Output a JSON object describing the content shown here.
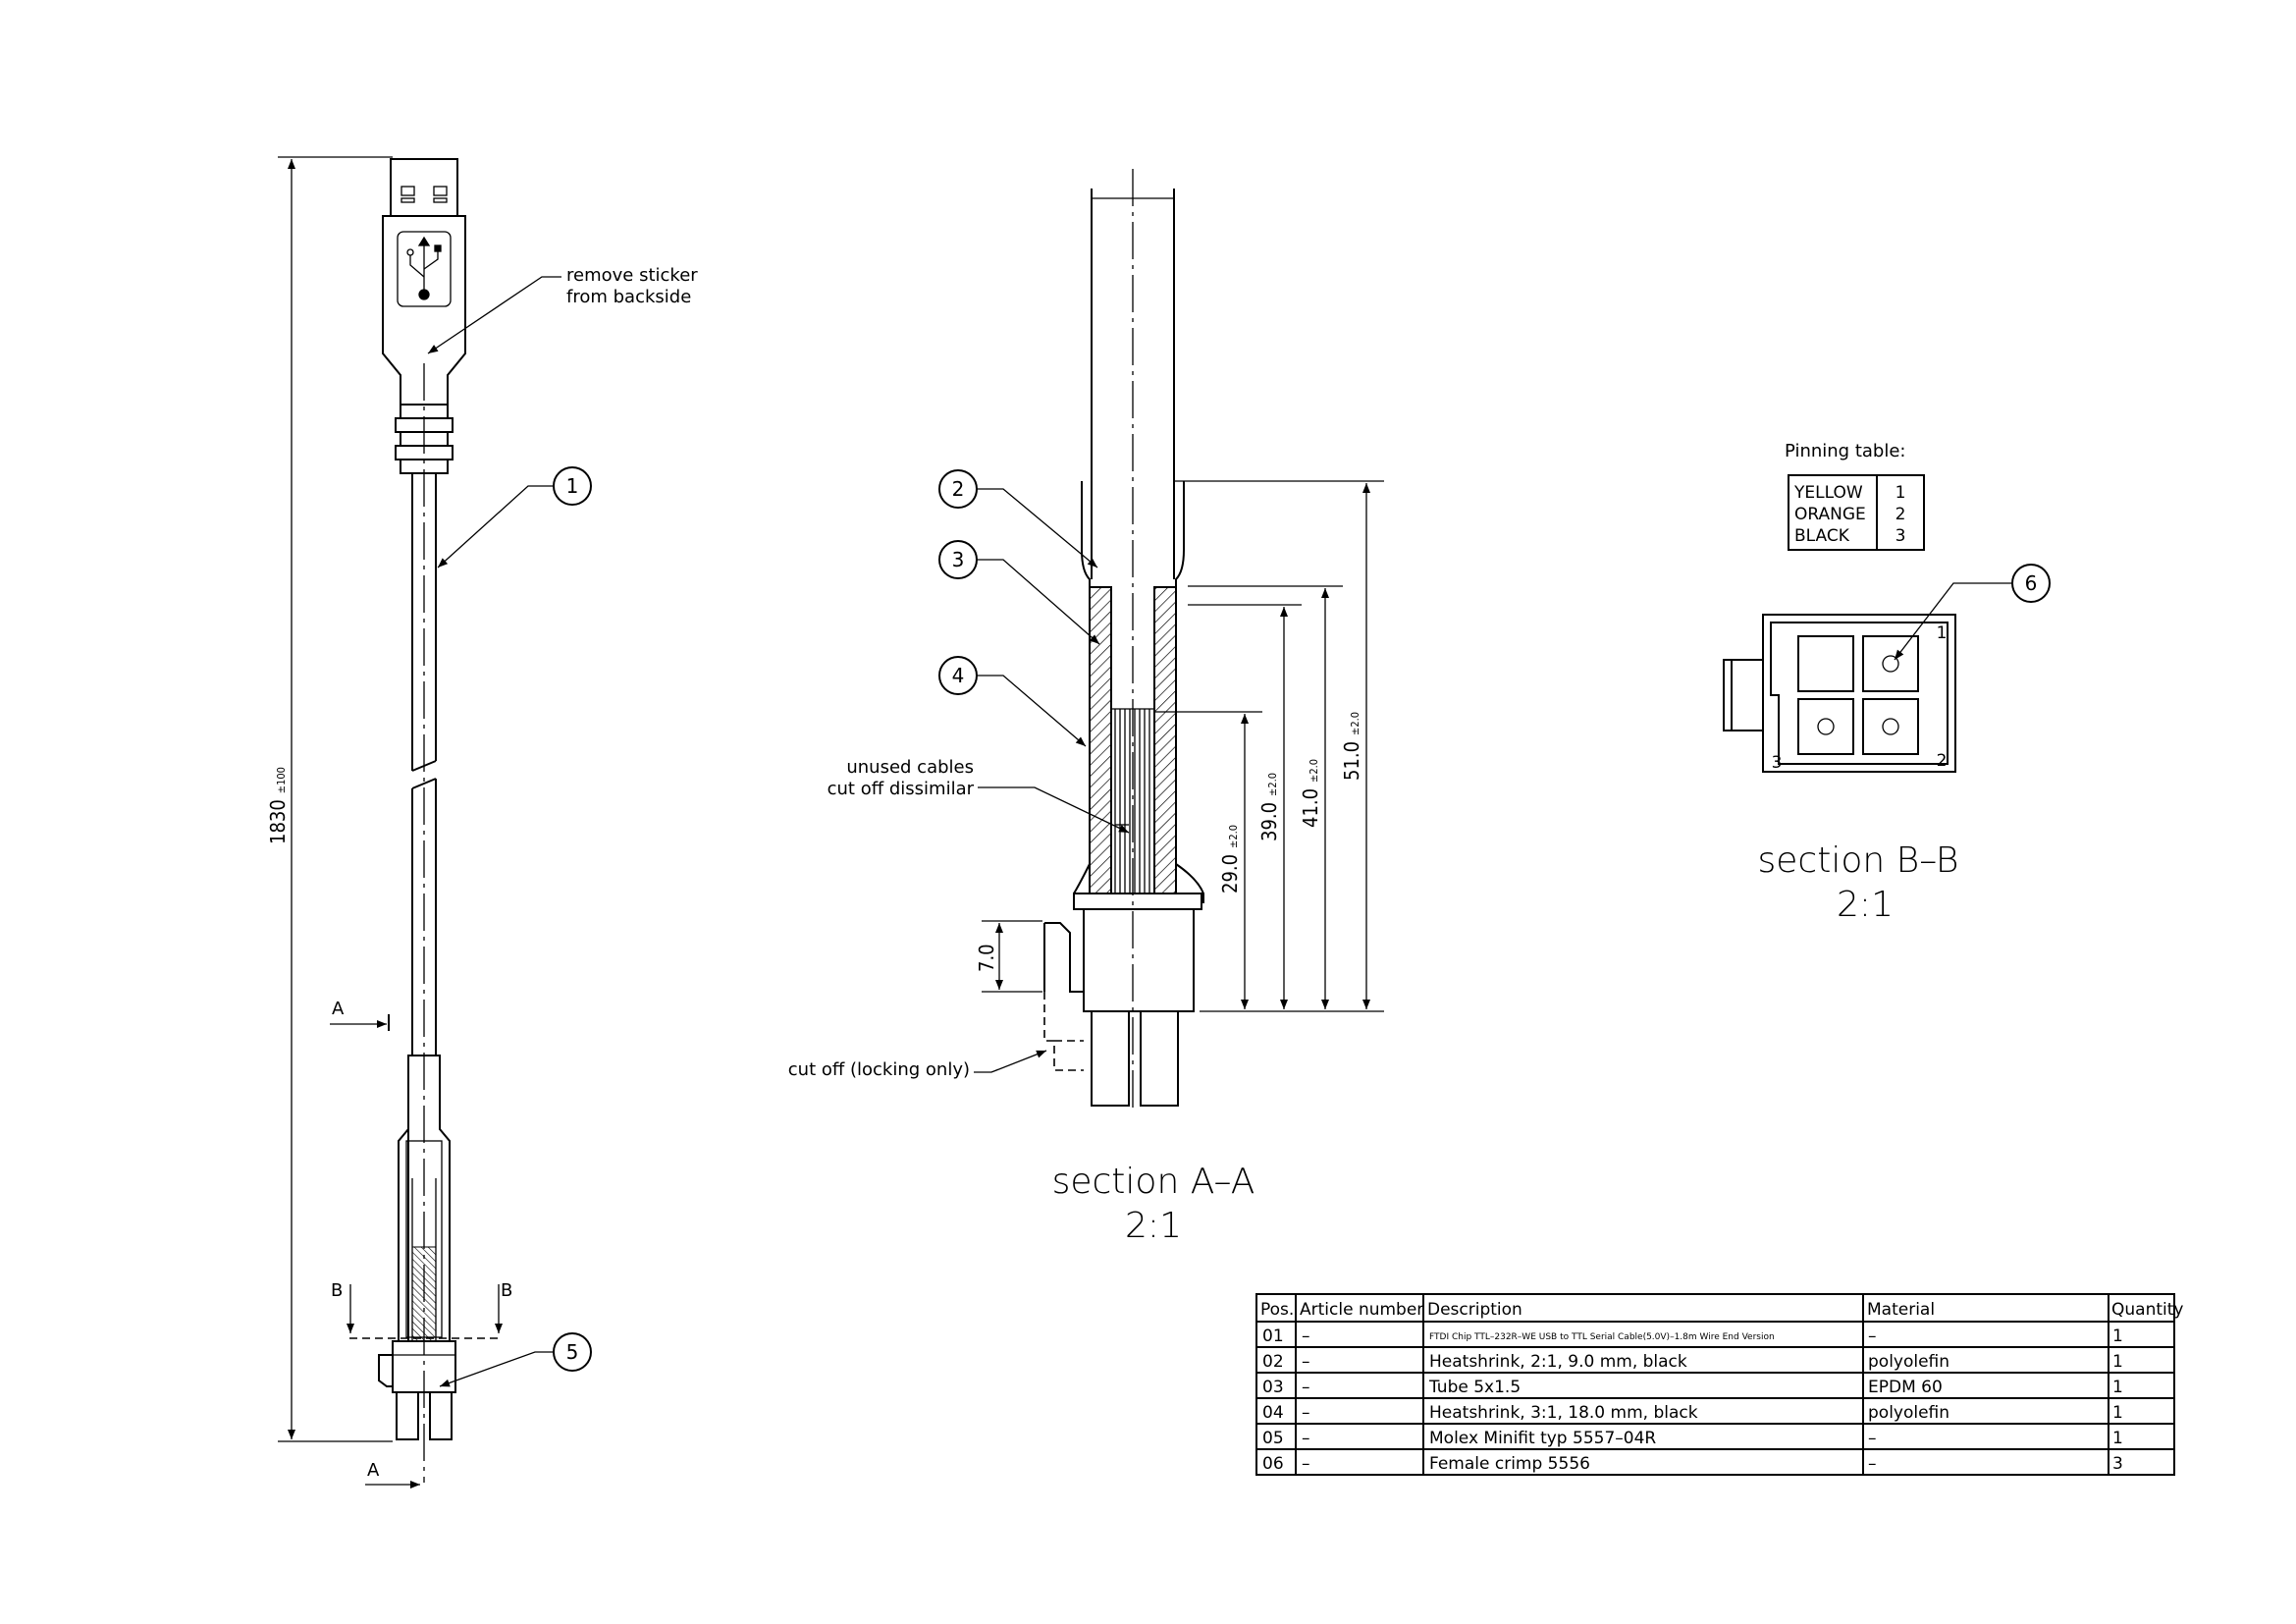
{
  "labels": {
    "sticker_line1": "remove sticker",
    "sticker_line2": "from backside",
    "overall_length": "1830",
    "overall_tol": "±100",
    "section_a": "A",
    "section_b": "B",
    "unused_line1": "unused cables",
    "unused_line2": "cut off dissimilar",
    "cutoff": "cut off (locking only)",
    "dim_7": "7.0",
    "dim_29": "29.0",
    "dim_39": "39.0",
    "dim_41": "41.0",
    "dim_51": "51.0",
    "tol_2": "±2.0",
    "section_aa_title": "section A–A",
    "section_aa_scale": "2:1",
    "section_bb_title": "section B–B",
    "section_bb_scale": "2:1",
    "pinning_title": "Pinning table:",
    "pin_num_1": "1",
    "pin_num_2": "2",
    "pin_num_3": "3"
  },
  "balloons": [
    "1",
    "2",
    "3",
    "4",
    "5",
    "6"
  ],
  "pinning": [
    {
      "color": "YELLOW",
      "pin": "1"
    },
    {
      "color": "ORANGE",
      "pin": "2"
    },
    {
      "color": "BLACK",
      "pin": "3"
    }
  ],
  "parts_table": {
    "headers": [
      "Pos.",
      "Article number",
      "Description",
      "Material",
      "Quantity"
    ],
    "rows": [
      [
        "01",
        "–",
        "FTDI Chip TTL–232R–WE USB to TTL Serial Cable(5.0V)–1.8m Wire End Version",
        "–",
        "1"
      ],
      [
        "02",
        "–",
        "Heatshrink, 2:1, 9.0 mm, black",
        "polyolefin",
        "1"
      ],
      [
        "03",
        "–",
        "Tube 5x1.5",
        "EPDM 60",
        "1"
      ],
      [
        "04",
        "–",
        "Heatshrink, 3:1, 18.0 mm, black",
        "polyolefin",
        "1"
      ],
      [
        "05",
        "–",
        "Molex Minifit typ 5557–04R",
        "–",
        "1"
      ],
      [
        "06",
        "–",
        "Female crimp 5556",
        "–",
        "3"
      ]
    ]
  }
}
